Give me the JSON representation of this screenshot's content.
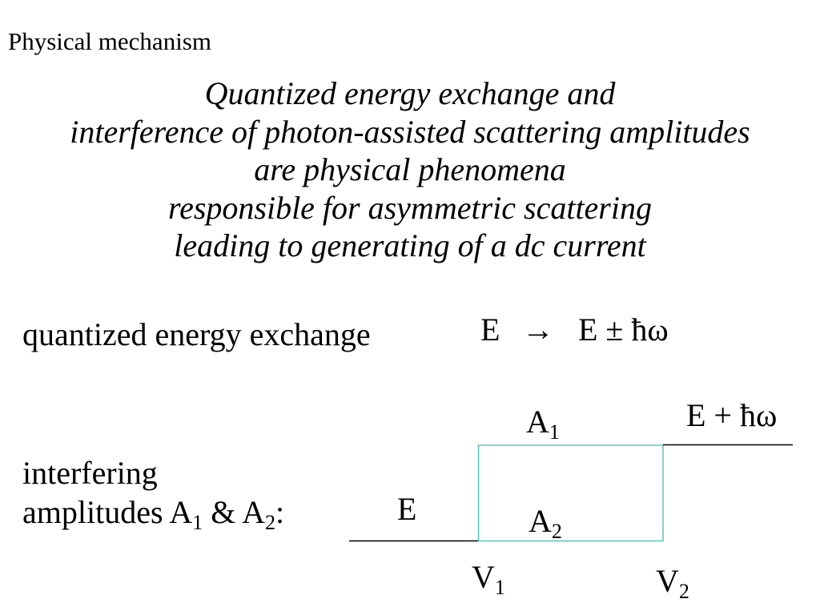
{
  "slide": {
    "title": "Physical mechanism",
    "statement_lines": [
      "Quantized energy exchange and",
      "interference of photon-assisted scattering amplitudes",
      "are physical phenomena",
      "responsible for asymmetric scattering",
      "leading to generating of a dc current"
    ],
    "energy_exchange": {
      "label": "quantized energy exchange",
      "initial": "E",
      "arrow": "→",
      "final": "E ± ħω"
    },
    "amplitudes": {
      "line1": "interfering",
      "line2_prefix": "amplitudes A",
      "sub1": "1",
      "mid": " & A",
      "sub2": "2",
      "suffix": ":"
    },
    "diagram": {
      "upper_level": "E + ħω",
      "lower_level": "E",
      "amp1": {
        "base": "A",
        "sub": "1"
      },
      "amp2": {
        "base": "A",
        "sub": "2"
      },
      "v1": {
        "base": "V",
        "sub": "1"
      },
      "v2": {
        "base": "V",
        "sub": "2"
      },
      "line_color": "#000000",
      "box_color": "#5cc4c0"
    }
  }
}
